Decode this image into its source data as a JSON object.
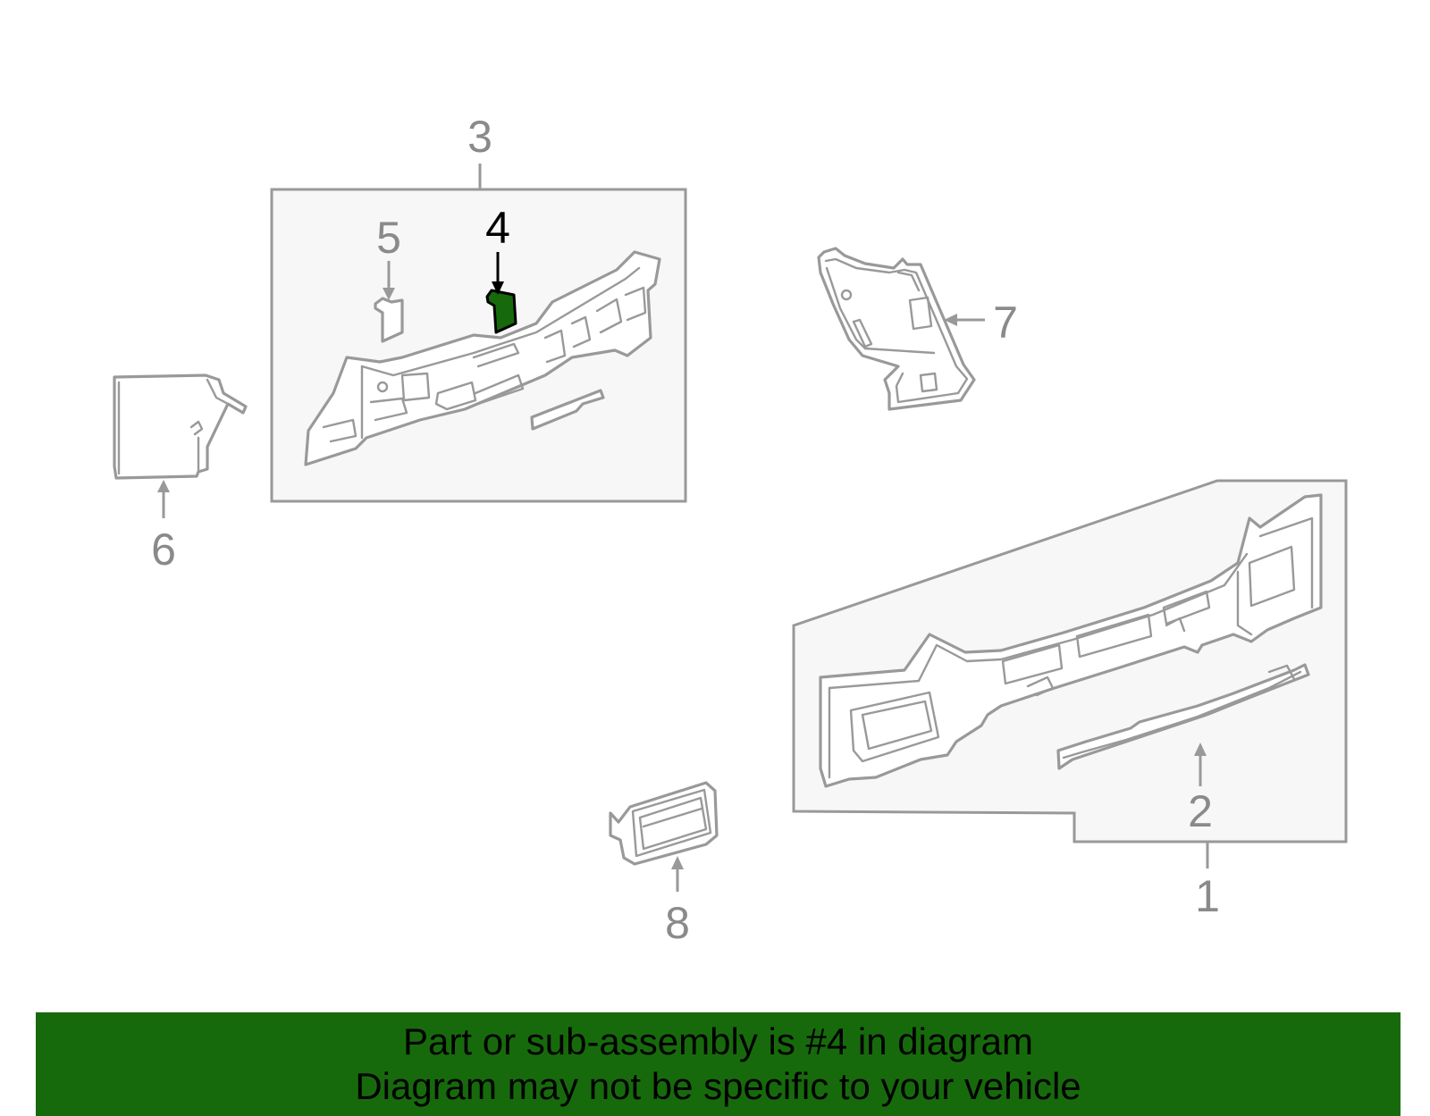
{
  "colors": {
    "highlight": "#176a0c",
    "banner_background": "#176a0c",
    "line_gray": "#999999",
    "panel_fill": "#f7f7f7",
    "label_gray": "#8a8a8a",
    "label_active": "#000000"
  },
  "callouts": {
    "c1": "1",
    "c2": "2",
    "c3": "3",
    "c4": "4",
    "c5": "5",
    "c6": "6",
    "c7": "7",
    "c8": "8"
  },
  "highlighted_part": "4",
  "banner": {
    "line1": "Part or sub-assembly is #4 in diagram",
    "line2": "Diagram may not be specific to your vehicle"
  }
}
